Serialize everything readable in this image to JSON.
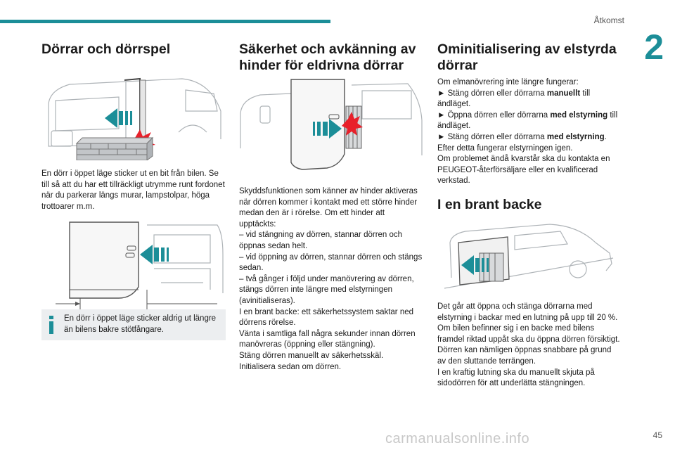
{
  "header": {
    "section": "Åtkomst",
    "chapter": "2"
  },
  "col1": {
    "title": "Dörrar och dörrspel",
    "para1": "En dörr i öppet läge sticker ut en bit från bilen. Se till så att du har ett tillräckligt utrymme runt fordonet när du parkerar längs murar, lampstolpar, höga trottoarer m.m.",
    "note": "En dörr i öppet läge sticker aldrig ut längre än bilens bakre stötfångare."
  },
  "col2": {
    "title": "Säkerhet och avkänning av hinder för eldrivna dörrar",
    "lines": [
      "Skyddsfunktionen som känner av hinder aktiveras när dörren kommer i kontakt med ett större hinder medan den är i rörelse. Om ett hinder att upptäckts:",
      "– vid stängning av dörren, stannar dörren och öppnas sedan helt.",
      "– vid öppning av dörren, stannar dörren och stängs sedan.",
      "– två gånger i följd under manövrering av dörren, stängs dörren inte längre med elstyrningen (avinitialiseras).",
      "I en brant backe: ett säkerhetssystem saktar ned dörrens rörelse.",
      "Vänta i samtliga fall några sekunder innan dörren manövreras (öppning eller stängning).",
      "Stäng dörren manuellt av säkerhetsskäl.",
      "Initialisera sedan om dörren."
    ]
  },
  "col3": {
    "title": "Ominitialisering av elstyrda dörrar",
    "intro": "Om elmanövrering inte längre fungerar:",
    "step1_a": "► Stäng dörren eller dörrarna ",
    "step1_b": "manuellt",
    "step1_c": " till ändläget.",
    "step2_a": "► Öppna dörren eller dörrarna ",
    "step2_b": "med elstyrning",
    "step2_c": " till ändläget.",
    "step3_a": "► Stäng dörren eller dörrarna ",
    "step3_b": "med elstyrning",
    "step3_c": ".",
    "after1": "Efter detta fungerar elstyrningen igen.",
    "after2": "Om problemet ändå kvarstår ska du kontakta en PEUGEOT-återförsäljare eller en kvalificerad verkstad.",
    "title2": "I en brant backe",
    "p1": "Det går att öppna och stänga dörrarna med elstyrning i backar med en lutning på upp till 20 %.",
    "p2": "Om bilen befinner sig i en backe med bilens framdel riktad uppåt ska du öppna dörren försiktigt. Dörren kan nämligen öppnas snabbare på grund av den sluttande terrängen.",
    "p3": "I en kraftig lutning ska du manuellt skjuta på sidodörren för att underlätta stängningen."
  },
  "footer": {
    "page": "45",
    "watermark": "carmanualsonline.info"
  },
  "colors": {
    "accent": "#1c8e98",
    "alert": "#e8202a",
    "note_bg": "#eceef0"
  }
}
